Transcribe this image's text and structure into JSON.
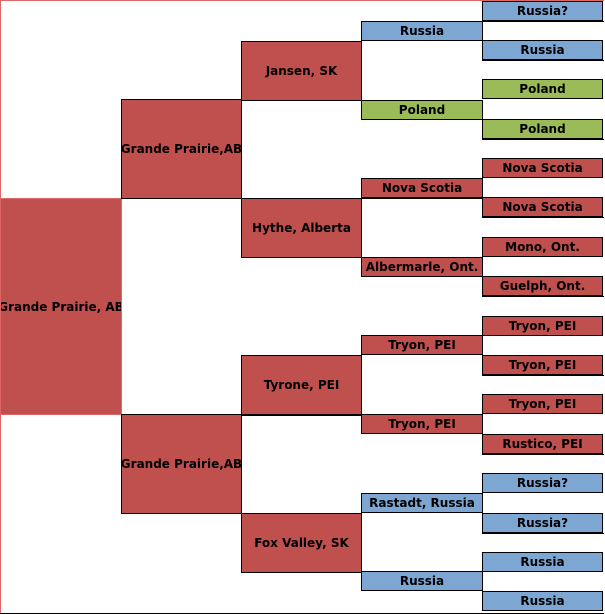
{
  "colors": {
    "red": "#c0504d",
    "blue": "#7ea6d3",
    "green": "#9bbb59"
  },
  "tree": {
    "root": {
      "label": "Grande Prairie, AB",
      "color": "red"
    },
    "parents": [
      {
        "label": "Grande Prairie,AB",
        "color": "red"
      },
      {
        "label": "Grande Prairie,AB",
        "color": "red"
      }
    ],
    "grandparents": [
      {
        "label": "Jansen, SK",
        "color": "red"
      },
      {
        "label": "Hythe, Alberta",
        "color": "red"
      },
      {
        "label": "Tyrone, PEI",
        "color": "red"
      },
      {
        "label": "Fox Valley, SK",
        "color": "red"
      }
    ],
    "great_grandparents": [
      {
        "label": "Russia",
        "color": "blue"
      },
      {
        "label": "Poland",
        "color": "green"
      },
      {
        "label": "Nova Scotia",
        "color": "red"
      },
      {
        "label": "Albermarle, Ont.",
        "color": "red"
      },
      {
        "label": "Tryon, PEI",
        "color": "red"
      },
      {
        "label": "Tryon, PEI",
        "color": "red"
      },
      {
        "label": "Rastadt, Russia",
        "color": "blue"
      },
      {
        "label": "Russia",
        "color": "blue"
      }
    ],
    "gg_grandparents": [
      {
        "label": "Russia?",
        "color": "blue"
      },
      {
        "label": "Russia",
        "color": "blue"
      },
      {
        "label": "Poland",
        "color": "green"
      },
      {
        "label": "Poland",
        "color": "green"
      },
      {
        "label": "Nova Scotia",
        "color": "red"
      },
      {
        "label": "Nova Scotia",
        "color": "red"
      },
      {
        "label": "Mono, Ont.",
        "color": "red"
      },
      {
        "label": "Guelph, Ont.",
        "color": "red"
      },
      {
        "label": "Tryon, PEI",
        "color": "red"
      },
      {
        "label": "Tryon, PEI",
        "color": "red"
      },
      {
        "label": "Tryon, PEI",
        "color": "red"
      },
      {
        "label": "Rustico, PEI",
        "color": "red"
      },
      {
        "label": "Russia?",
        "color": "blue"
      },
      {
        "label": "Russia?",
        "color": "blue"
      },
      {
        "label": "Russia",
        "color": "blue"
      },
      {
        "label": "Russia",
        "color": "blue"
      }
    ]
  }
}
